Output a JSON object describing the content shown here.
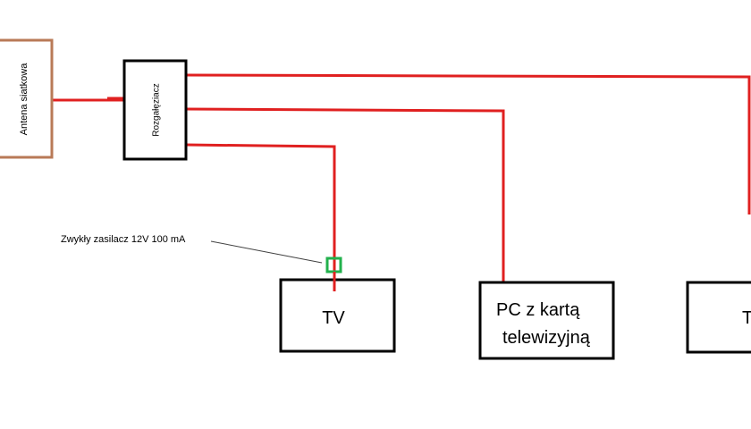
{
  "antenna": {
    "label": "Antena siatkowa",
    "border_color": "#b97a57"
  },
  "splitter": {
    "label": "Rozgałęziacz"
  },
  "devices": {
    "tv1": {
      "label": "TV"
    },
    "pc": {
      "line1": "PC z kartą",
      "line2": "telewizyjną"
    },
    "tv2": {
      "label": "T"
    }
  },
  "psu_note": {
    "label": "Zwykły zasilacz 12V 100 mA",
    "marker_color": "#22b14c"
  },
  "colors": {
    "cable": "#e02020",
    "box_border": "#000000",
    "background": "#ffffff"
  }
}
